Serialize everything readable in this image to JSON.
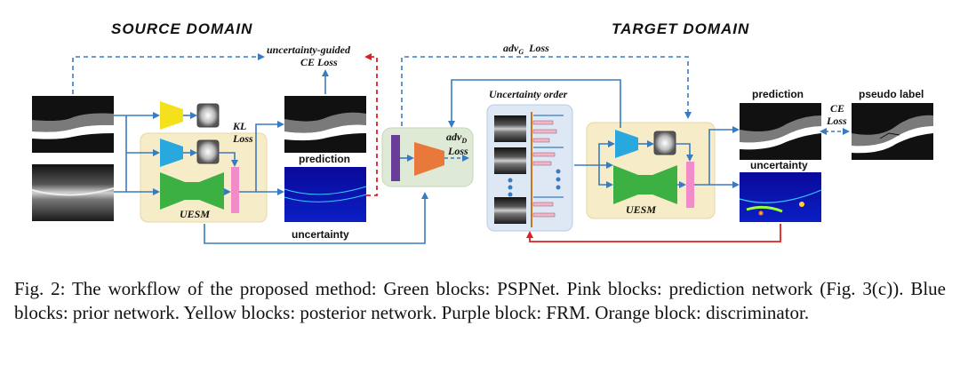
{
  "headings": {
    "source": "SOURCE   DOMAIN",
    "target": "TARGET   DOMAIN"
  },
  "labels": {
    "uncertainty_guided": "uncertainty-guided",
    "ce_loss_top": "CE Loss",
    "kl": "KL",
    "loss": "Loss",
    "prediction_src": "prediction",
    "uesm_src": "UESM",
    "uncertainty_src": "uncertainty",
    "adv_g": "adv",
    "adv_g_sub": "G",
    "adv_g_loss": "Loss",
    "adv_d": "adv",
    "adv_d_sub": "D",
    "adv_d_loss": "Loss",
    "uncertainty_order": "Uncertainty order",
    "uesm_tgt": "UESM",
    "prediction_tgt": "prediction",
    "uncertainty_tgt": "uncertainty",
    "ce_tgt": "CE",
    "ce_tgt_loss": "Loss",
    "pseudo_label": "pseudo label"
  },
  "caption": "Fig. 2: The workflow of the proposed method: Green blocks: PSPNet. Pink blocks: prediction network (Fig. 3(c)). Blue blocks: prior network. Yellow blocks: posterior network. Purple block: FRM. Orange block: discriminator.",
  "colors": {
    "green": "#3cb043",
    "pink": "#f28cc8",
    "blue": "#29a8e0",
    "yellow": "#f5e11b",
    "purple": "#6a3d9a",
    "orange": "#e8793a",
    "arrow_blue": "#3a7bbf",
    "arrow_red": "#e02020"
  }
}
